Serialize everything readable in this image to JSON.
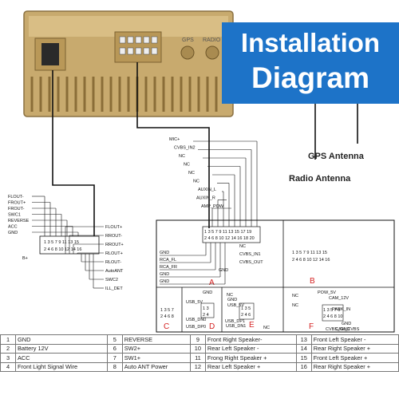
{
  "title": {
    "line1": "Installation",
    "line2": "Diagram"
  },
  "antennas": {
    "gps": "GPS Antenna",
    "radio": "Radio Antenna"
  },
  "unit": {
    "gps_port": "GPS",
    "radio_port": "RADIO"
  },
  "left_connector": {
    "wires_left": [
      "FLOUT-",
      "FROUT+",
      "FROUT-",
      "SWC1",
      "REVERSE",
      "ACC",
      "GND"
    ],
    "pins_top": "1 3 5 7 9 11 13 15",
    "pins_bottom": "2 4 6 8 10 12 14 16",
    "b_plus": "B+",
    "wires_right": [
      "FLOUT+",
      "RROUT-",
      "RROUT+",
      "RLOUT+",
      "RLOUT-",
      "AutoANT",
      "SWC2",
      "ILL_DET"
    ]
  },
  "conn_a": {
    "wires_top": [
      "MIC+",
      "CVBS_IN2",
      "NC",
      "NC",
      "NC",
      "NC",
      "AUXIN_L",
      "AUXIN_R",
      "AMP_POW"
    ],
    "pins_top": "1 3 5 7 9 11 13 15 17 19",
    "pins_bottom": "2 4 6 8 10 12 14 16 18 20",
    "wires_bottom_left": [
      "GND",
      "RCA_FL",
      "RCA_FR",
      "GND",
      "GND"
    ],
    "wires_bottom_right": [
      "NC",
      "CVBS_IN1",
      "CVBS_OUT",
      "GND"
    ],
    "letter": "A"
  },
  "conn_b": {
    "pins_top": "1 3 5 7 9 11 13 15",
    "pins_bottom": "2 4 6 8 10 12 14 16",
    "letter": "B"
  },
  "conn_c": {
    "pins_top": "1 3 5 7",
    "pins_bottom": "2 4 6 8",
    "letter": "C"
  },
  "conn_d": {
    "labels": [
      "GND",
      "USB_5V",
      "USB_DP0",
      "USB_DN0"
    ],
    "pins_top": "1 3",
    "pins_bottom": "2 4",
    "letter": "D"
  },
  "conn_e": {
    "labels": [
      "NC",
      "GND",
      "USB_5V",
      "USB_DP1",
      "USB_DN1",
      "NC"
    ],
    "pins_top": "1 3 5",
    "pins_bottom": "2 4 6",
    "letter": "E"
  },
  "conn_f": {
    "labels": [
      "POW_5V",
      "CAM_12V",
      "PARK_IN",
      "GND",
      "CVBS_GND",
      "CAM_CVBS",
      "NC",
      "NC"
    ],
    "pins_top": "1 3 5 7 9",
    "pins_bottom": "2 4 6 8 10",
    "letter": "F"
  },
  "pin_table": [
    [
      "1",
      "GND",
      "5",
      "REVERSE",
      "9",
      "Front Right Speaker-",
      "13",
      "Front Left Speaker -"
    ],
    [
      "2",
      "Battery 12V",
      "6",
      "SW2+",
      "10",
      "Rear Left Speaker -",
      "14",
      "Rear Right Speaker +"
    ],
    [
      "3",
      "ACC",
      "7",
      "SW1+",
      "11",
      "Frong Right Speaker +",
      "15",
      "Front Left Speaker +"
    ],
    [
      "4",
      "Front Light Signal Wire",
      "8",
      "Auto ANT Power",
      "12",
      "Rear Left Speaker +",
      "16",
      "Rear Right Speaker +"
    ]
  ]
}
